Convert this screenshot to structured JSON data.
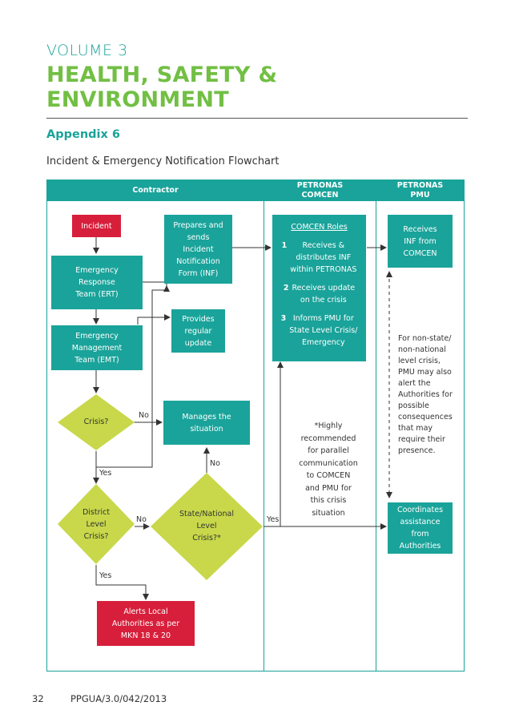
{
  "header": {
    "volume": "VOLUME 3",
    "title_line1": "HEALTH, SAFETY &",
    "title_line2": "ENVIRONMENT",
    "appendix": "Appendix 6",
    "subtitle": "Incident & Emergency Notification Flowchart"
  },
  "columns": {
    "contractor": "Contractor",
    "comcen": "PETRONAS\nCOMCEN",
    "pmu": "PETRONAS\nPMU"
  },
  "nodes": {
    "incident": "Incident",
    "ert": "Emergency\nResponse\nTeam (ERT)",
    "emt": "Emergency\nManagement\nTeam (EMT)",
    "prepares": "Prepares and\nsends\nIncident\nNotification\nForm (INF)",
    "provides": "Provides\nregular\nupdate",
    "manages": "Manages the\nsituation",
    "crisis": "Crisis?",
    "district": "District\nLevel\nCrisis?",
    "state": "State/National\nLevel\nCrisis?*",
    "alerts": "Alerts Local\nAuthorities as per\nMKN 18 & 20",
    "comcen_roles_title": "COMCEN Roles",
    "comcen_role1": "Receives &\ndistributes INF\nwithin PETRONAS",
    "comcen_role2": "Receives update\non the crisis",
    "comcen_role3": "Informs PMU for\nState Level Crisis/\nEmergency",
    "pmu_receives": "Receives\nINF from\nCOMCEN",
    "pmu_coordinates": "Coordinates\nassistance\nfrom\nAuthorities"
  },
  "labels": {
    "no_crisis": "No",
    "yes_crisis": "Yes",
    "no_district": "No",
    "yes_district": "Yes",
    "no_state": "No",
    "yes_state": "Yes",
    "num1": "1",
    "num2": "2",
    "num3": "3"
  },
  "notes": {
    "highly": "*Highly\nrecommended\nfor parallel\ncommunication\nto COMCEN\nand PMU for\nthis crisis\nsituation",
    "non_state": "For non-state/\nnon-national\nlevel crisis,\nPMU may also\nalert the\nAuthorities for\npossible\nconsequences\nthat may\nrequire their\npresence."
  },
  "footer": {
    "page": "32",
    "code": "PPGUA/3.0/042/2013"
  },
  "colors": {
    "teal": "#1aa39a",
    "green": "#72bf44",
    "red": "#d71f3b",
    "diamond": "#c8d84a"
  }
}
